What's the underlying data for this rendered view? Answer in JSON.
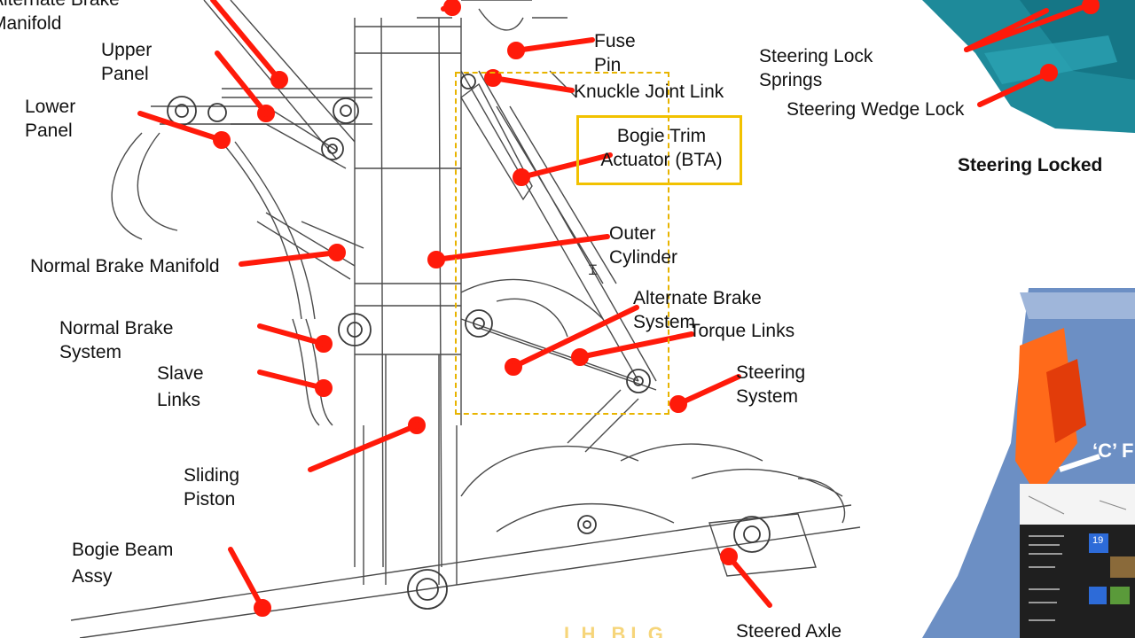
{
  "diagram": {
    "labels": {
      "alternate_brake_manifold": "Alternate Brake\nManifold",
      "upper_panel": "Upper\nPanel",
      "lower_panel": "Lower\nPanel",
      "normal_brake_manifold": "Normal Brake Manifold",
      "normal_brake_system": "Normal Brake\nSystem",
      "slave_links": "Slave\nLinks",
      "sliding_piston": "Sliding\nPiston",
      "bogie_beam_assy": "Bogie Beam\nAssy",
      "fuse_pin": "Fuse\nPin",
      "knuckle_joint_link": "Knuckle Joint Link",
      "bogie_trim_actuator": "Bogie Trim\nActuator (BTA)",
      "outer_cylinder": "Outer\nCylinder",
      "alternate_brake_system": "Alternate Brake\nSystem",
      "torque_links": "Torque Links",
      "steering_system": "Steering\nSystem",
      "steered_axle": "Steered Axle",
      "steering_lock_springs": "Steering Lock\nSprings",
      "steering_wedge_lock": "Steering Wedge Lock",
      "steering_locked": "Steering Locked",
      "c_frame_fragment": "‘C’ F",
      "watermark": "LH BLG",
      "taskbar_date": "19"
    },
    "colors": {
      "pointer": "#ff1a0a",
      "selection": "#e8b400",
      "highlight": "#f2c200",
      "line_art": "#4a4a4a",
      "steering_teal": "#1e8a9a",
      "orange_part": "#ff6a1a"
    }
  }
}
